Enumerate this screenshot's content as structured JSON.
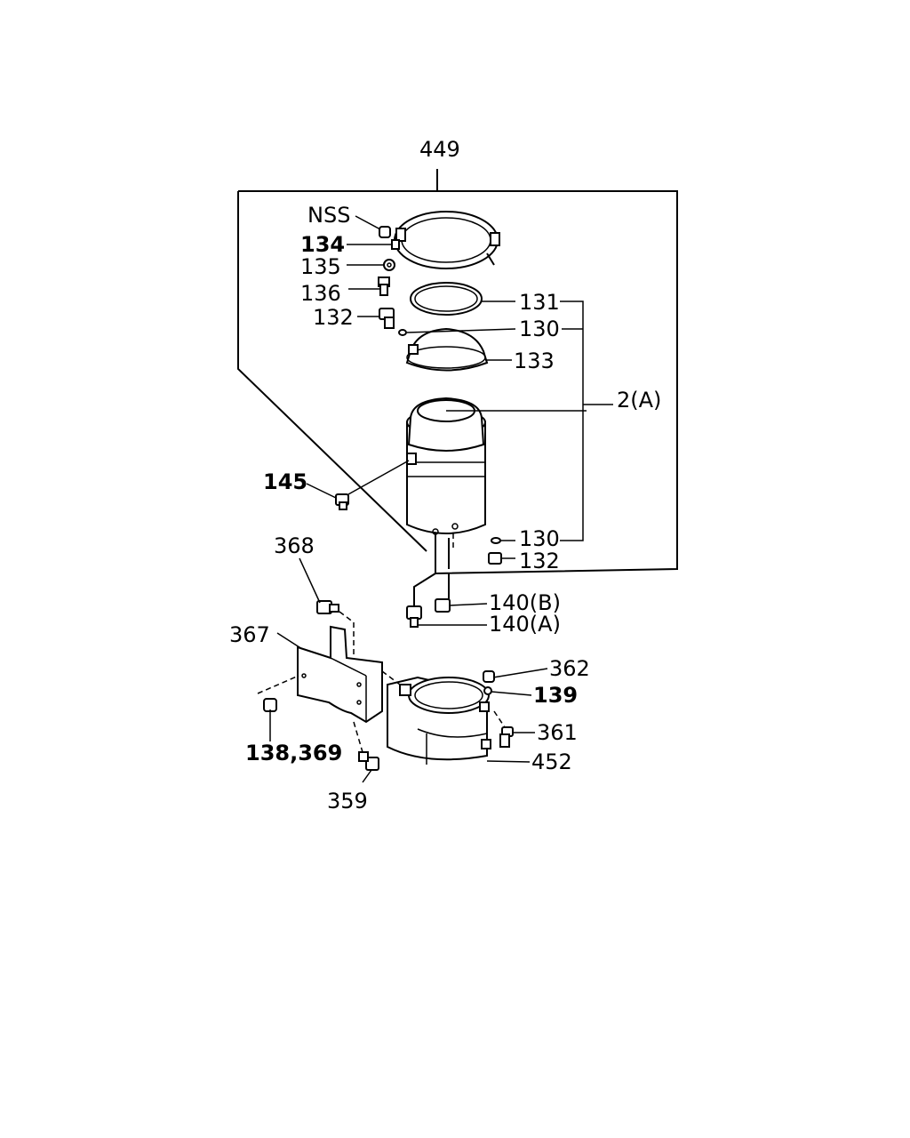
{
  "labels": {
    "assembly": "449",
    "nss": "NSS",
    "p134": "134",
    "p135": "135",
    "p136": "136",
    "p132_top": "132",
    "p131": "131",
    "p130_top": "130",
    "p133": "133",
    "group2a": "2(A)",
    "p145": "145",
    "p130_bottom": "130",
    "p132_bottom": "132",
    "p368": "368",
    "p140b": "140(B)",
    "p140a": "140(A)",
    "p367": "367",
    "p362": "362",
    "p139": "139",
    "p361": "361",
    "p138_369": "138,369",
    "p452": "452",
    "p359": "359"
  }
}
